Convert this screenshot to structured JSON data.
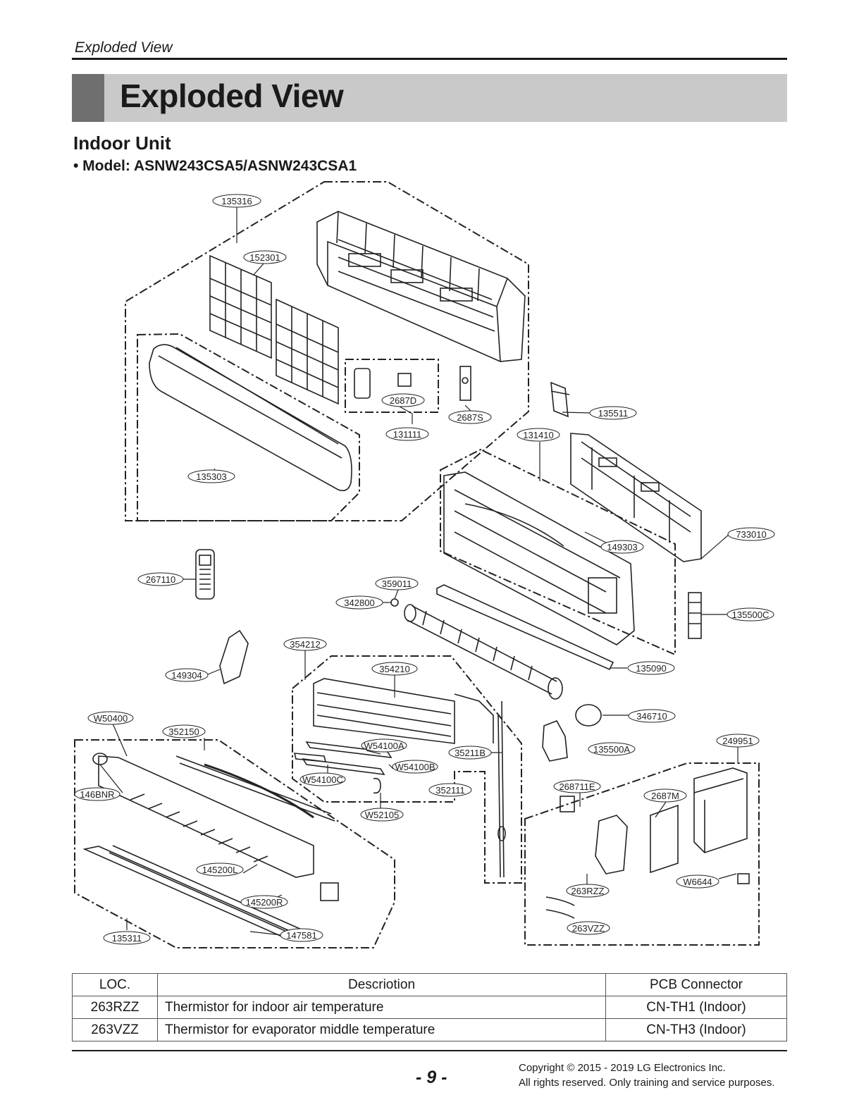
{
  "header": {
    "running_head": "Exploded View",
    "title": "Exploded View"
  },
  "section": {
    "title": "Indoor Unit",
    "model": "• Model: ASNW243CSA5/ASNW243CSA1"
  },
  "diagram": {
    "labels": [
      "135316",
      "152301",
      "2687D",
      "131111",
      "2687S",
      "135511",
      "131410",
      "135303",
      "733010",
      "149303",
      "267110",
      "359011",
      "342800",
      "135500C",
      "354212",
      "135090",
      "354210",
      "149304",
      "346710",
      "W50400",
      "352150",
      "249951",
      "W54100A",
      "35211B",
      "135500A",
      "W54100B",
      "W54100C",
      "352111",
      "268711E",
      "146BNR",
      "2687M",
      "W52105",
      "W6644",
      "145200L",
      "263RZZ",
      "145200R",
      "263VZZ",
      "135311",
      "147581"
    ]
  },
  "table": {
    "headers": [
      "LOC.",
      "Descriotion",
      "PCB Connector"
    ],
    "rows": [
      [
        "263RZZ",
        "Thermistor for indoor air temperature",
        "CN-TH1 (Indoor)"
      ],
      [
        "263VZZ",
        "Thermistor for evaporator middle temperature",
        "CN-TH3 (Indoor)"
      ]
    ]
  },
  "footer": {
    "page": "- 9 -",
    "copyright_line1": "Copyright © 2015 - 2019 LG Electronics Inc.",
    "copyright_line2": "All rights reserved. Only training and service purposes."
  }
}
